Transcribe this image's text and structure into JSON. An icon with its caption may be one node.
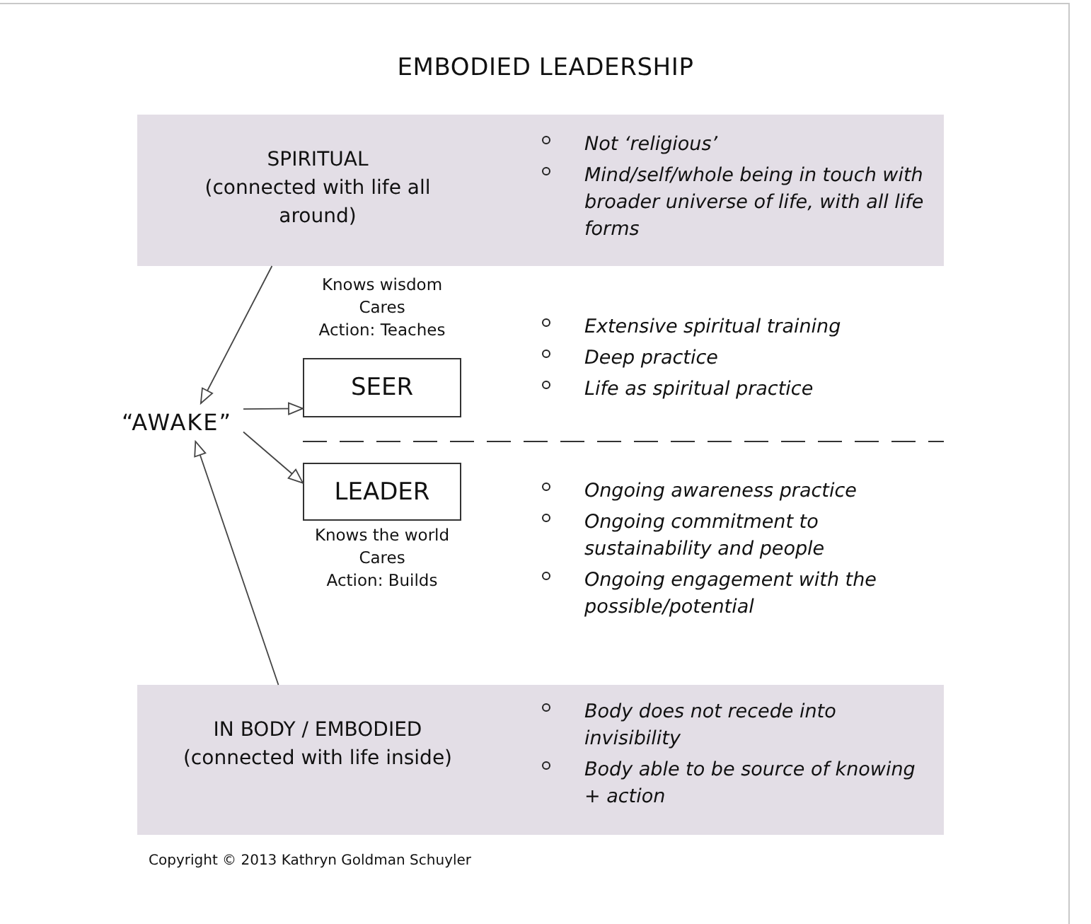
{
  "diagram": {
    "title": "EMBODIED LEADERSHIP",
    "nodes": [
      {
        "text": [
          "SPIRITUAL",
          "(connected with life all around)",
          "Not ‘religious’",
          "Mind/self/whole being in touch with broader universe of life, with all life forms"
        ]
      },
      {
        "text": [
          "“AWAKE”"
        ]
      },
      {
        "text": [
          "SEER"
        ],
        "beside": [
          "Knows wisdom",
          "Cares",
          "Action: Teaches"
        ]
      },
      {
        "text": [
          "LEADER"
        ],
        "beside": [
          "Knows the world",
          "Cares",
          "Action: Builds"
        ]
      },
      {
        "text": [
          "IN BODY / EMBODIED",
          "(connected with life inside)",
          "Body does not recede into invisibility",
          "Body able to be source of knowing + action"
        ]
      }
    ],
    "edges": [
      {
        "from": 0,
        "to": 1,
        "arrow": "to"
      },
      {
        "from": 1,
        "to": 2,
        "arrow": "to"
      },
      {
        "from": 1,
        "to": 3,
        "arrow": "to"
      },
      {
        "from": 4,
        "to": 1,
        "arrow": "to"
      }
    ],
    "labels": [
      "Extensive spiritual training",
      "Deep practice",
      "Life as spiritual practice",
      "Ongoing awareness practice",
      "Ongoing commitment to sustainability and people",
      "Ongoing engagement with the possible/potential",
      "Copyright © 2013 Kathryn Goldman Schuyler"
    ]
  }
}
